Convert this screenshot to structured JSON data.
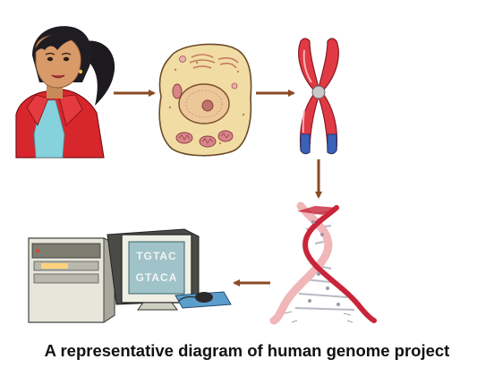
{
  "diagram": {
    "caption": "A representative diagram of human genome project",
    "screen_sequences": [
      "TGTAC",
      "GTACA"
    ],
    "nodes": [
      {
        "id": "human",
        "icon": "woman-icon"
      },
      {
        "id": "cell",
        "icon": "cell-icon"
      },
      {
        "id": "chromosome",
        "icon": "chromosome-icon"
      },
      {
        "id": "dna",
        "icon": "dna-helix-icon"
      },
      {
        "id": "computer",
        "icon": "computer-icon"
      }
    ],
    "edges": [
      {
        "from": "human",
        "to": "cell"
      },
      {
        "from": "cell",
        "to": "chromosome"
      },
      {
        "from": "chromosome",
        "to": "dna"
      },
      {
        "from": "dna",
        "to": "computer"
      }
    ],
    "colors": {
      "arrow": "#8a4a24",
      "cell_fill": "#f1dca4",
      "chromosome_red": "#e03a44",
      "chromosome_blue": "#3a62b8",
      "jacket_red": "#d8262d",
      "screen": "#9fc3c8",
      "helix_red": "#c9253a",
      "helix_pink": "#f0b6b8"
    }
  }
}
